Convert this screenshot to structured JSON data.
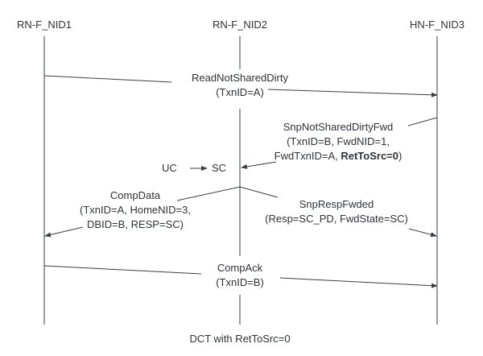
{
  "lifelines": [
    "RN-F_NID1",
    "RN-F_NID2",
    "HN-F_NID3"
  ],
  "messages": {
    "read": {
      "name": "ReadNotSharedDirty",
      "params": "(TxnID=A)"
    },
    "snp": {
      "name": "SnpNotSharedDirtyFwd",
      "line2": "(TxnID=B, FwdNID=1,",
      "line3a": "FwdTxnID=A, ",
      "line3b": "RetToSrc=0",
      "line3c": ")"
    },
    "compdata": {
      "name": "CompData",
      "line2": "(TxnID=A, HomeNID=3,",
      "line3": "DBID=B, RESP=SC)"
    },
    "snpresp": {
      "name": "SnpRespFwded",
      "line2": "(Resp=SC_PD, FwdState=SC)"
    },
    "compack": {
      "name": "CompAck",
      "params": "(TxnID=B)"
    }
  },
  "state_change": {
    "from": "UC",
    "to": "SC"
  },
  "caption": "DCT with RetToSrc=0",
  "colors": {
    "line": "#3a3f44",
    "text": "#2e3338"
  }
}
